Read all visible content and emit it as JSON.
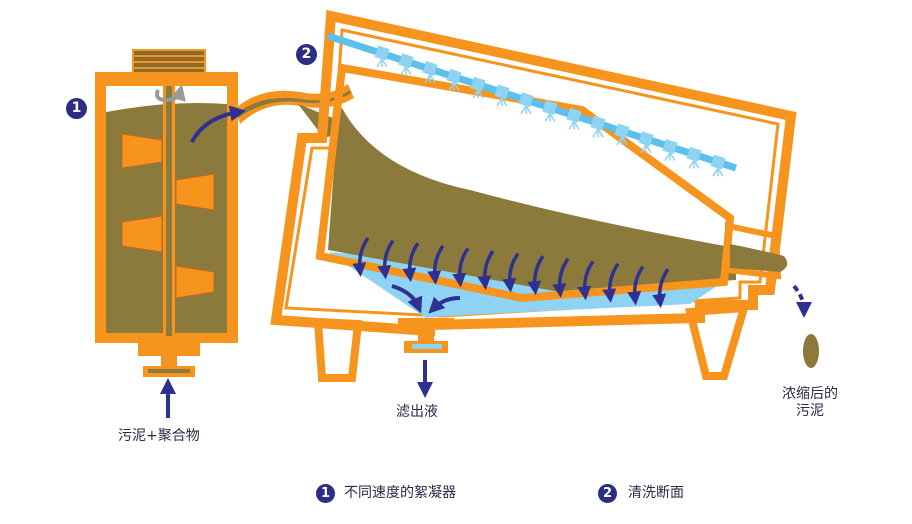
{
  "colors": {
    "frame": "#f7941d",
    "sludge": "#8b7a3b",
    "filtrate": "#8fd3f4",
    "arrow": "#2e3192",
    "badge": "#2b2e83",
    "rotor_block": "#f7941d",
    "gray_arrow": "#9a9a9a"
  },
  "callouts": {
    "one": "1",
    "two": "2"
  },
  "labels": {
    "inlet": "污泥+聚合物",
    "filtrate": "滤出液",
    "thickened_line1": "浓缩后的",
    "thickened_line2": "污泥"
  },
  "legend": {
    "items": [
      {
        "number": "1",
        "text": "不同速度的絮凝器"
      },
      {
        "number": "2",
        "text": "清洗断面"
      }
    ]
  }
}
